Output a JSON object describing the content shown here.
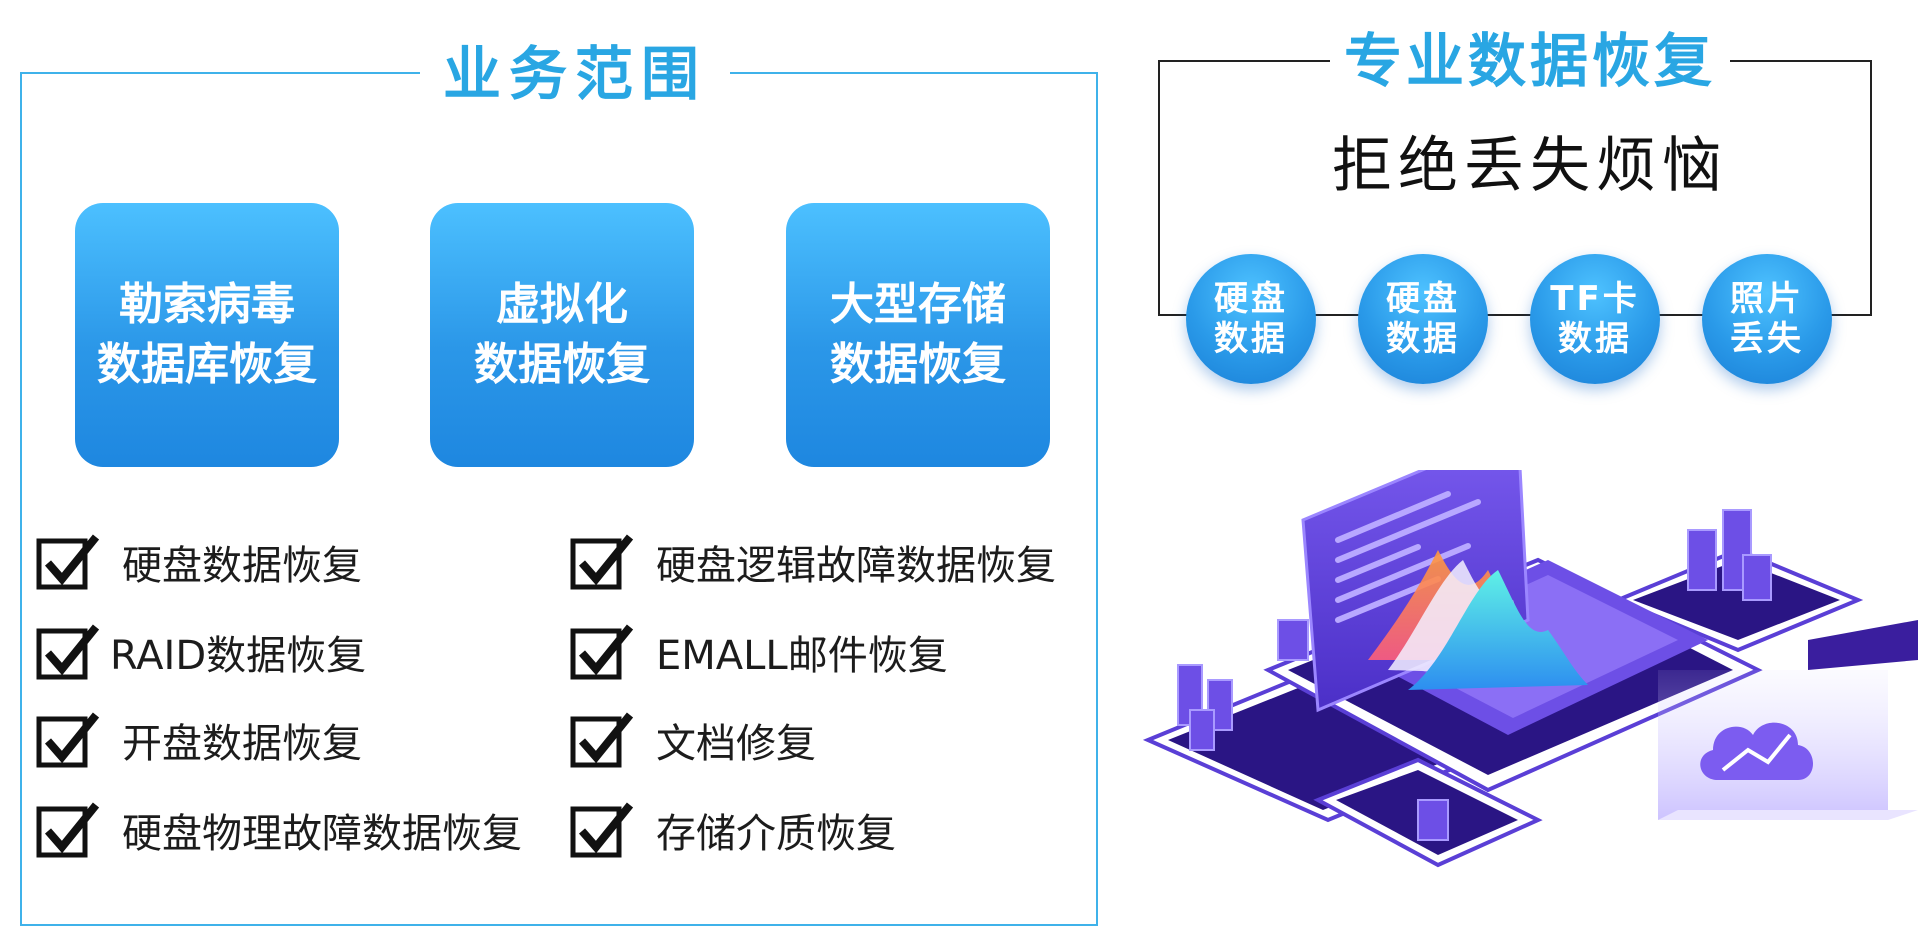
{
  "scope": {
    "title": "业务范围",
    "cards": [
      {
        "line1": "勒索病毒",
        "line2": "数据库恢复"
      },
      {
        "line1": "虚拟化",
        "line2": "数据恢复"
      },
      {
        "line1": "大型存储",
        "line2": "数据恢复"
      }
    ],
    "left_items": [
      "硬盘数据恢复",
      "RAID数据恢复",
      "开盘数据恢复",
      "硬盘物理故障数据恢复"
    ],
    "right_items": [
      "硬盘逻辑故障数据恢复",
      "EMALL邮件恢复",
      "文档修复",
      "存储介质恢复"
    ]
  },
  "pro": {
    "title": "专业数据恢复",
    "subtitle": "拒绝丢失烦恼",
    "pills": [
      {
        "line1": "硬盘",
        "line2": "数据"
      },
      {
        "line1": "硬盘",
        "line2": "数据"
      },
      {
        "line1": "TF卡",
        "line2": "数据"
      },
      {
        "line1": "照片",
        "line2": "丢失"
      }
    ]
  },
  "colors": {
    "accent": "#29a6e3",
    "card_top": "#4cc0ff",
    "card_bottom": "#1e87e0",
    "isometric_purple": "#5b3fd6"
  },
  "icons": {
    "check": "checkbox-check-icon",
    "illustration": "isometric-data-server-illustration"
  }
}
